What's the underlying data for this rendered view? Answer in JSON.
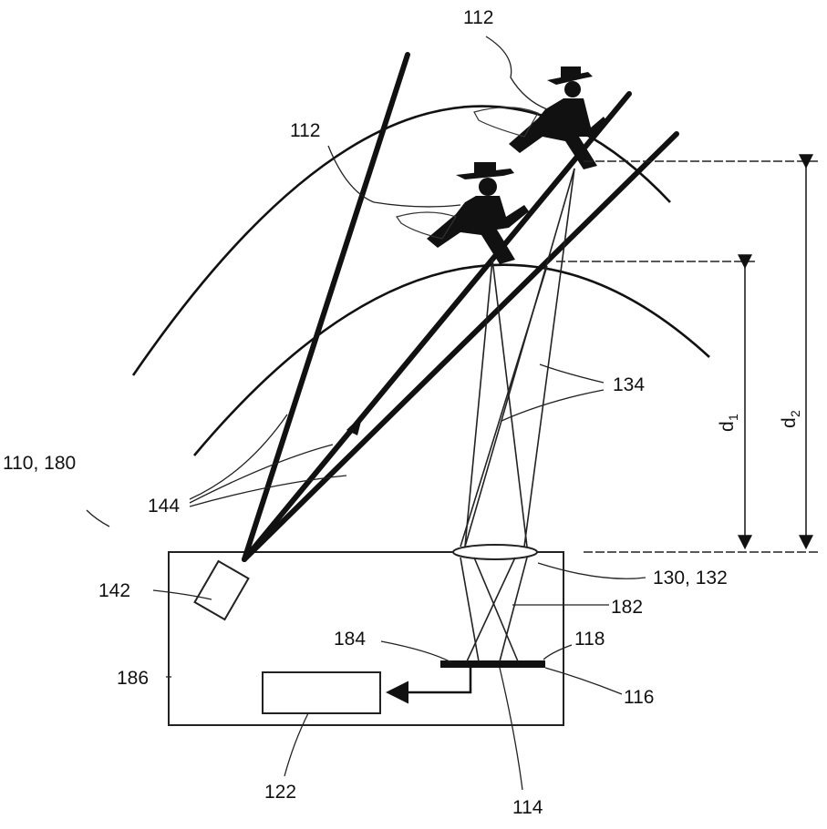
{
  "labels": {
    "system": "110, 180",
    "illumination_source": "142",
    "light_beams": "144",
    "object_top": "112",
    "object_mid": "112",
    "reflected_beams": "134",
    "housing": "186",
    "evaluation_device": "122",
    "sensor_element": "116",
    "sensor_surface": "118",
    "optical_axis_point": "114",
    "transfer_device": "130, 132",
    "beam_182": "182",
    "beam_184": "184",
    "distance_1_main": "d",
    "distance_1_sub": "1",
    "distance_2_main": "d",
    "distance_2_sub": "2"
  }
}
